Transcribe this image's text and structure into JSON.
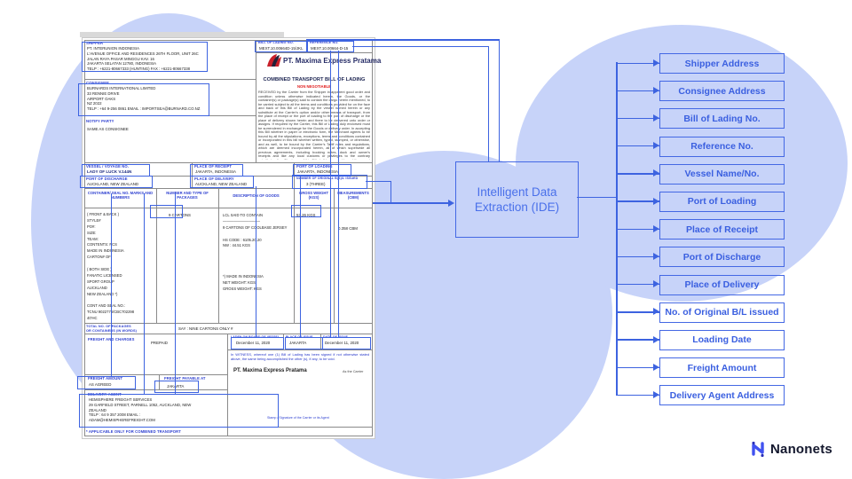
{
  "colors": {
    "accent": "#3d63e0",
    "circle_fill": "#c7d3f9",
    "red": "#e01818"
  },
  "diagram": {
    "ide_line1": "Intelligent Data",
    "ide_line2": "Extraction (IDE)",
    "fields": [
      "Shipper Address",
      "Consignee Address",
      "Bill of Lading No.",
      "Reference No.",
      "Vessel Name/No.",
      "Port of Loading",
      "Place of Receipt",
      "Port of Discharge",
      "Place of Delivery",
      "No. of Original B/L issued",
      "Loading Date",
      "Freight Amount",
      "Delivery Agent Address"
    ]
  },
  "branding": {
    "logo_text": "Nanonets"
  },
  "document": {
    "shipper": {
      "label": "SHIPPER",
      "lines": [
        "PT. INTERUNION INDONESIA",
        "L'AVENUE OFFICE AND RESIDENCES 26TH FLOOR, UNIT 26C",
        "JALAN RAYA PASAR MINGGU KAV. 16",
        "JAKARTA SELATAN 12780, INDONESIA",
        "TELP : +6221-80667333 (HUNTING)  FAX : +6221-80667338"
      ]
    },
    "consignee": {
      "label": "CONSIGNEE",
      "lines": [
        "BURNARDS INTERNATIONAL LIMITED",
        "33 RENNIE DRIVE",
        "AIRPORT OAKS",
        "NZ 2022",
        "TELP : +64 9-256 0861   EMAIL : IMPORTSEA@BURNARD.CO.NZ"
      ]
    },
    "notify": {
      "label": "NOTIFY PARTY",
      "value": "SAME AS CONSIGNEE"
    },
    "bol": {
      "label": "BILL OF LADING NO.",
      "value": "MEXT.10.00664D-15/JKL"
    },
    "reference": {
      "label": "REFERENCE NO.",
      "value": "MEXT.10.00664-D-15"
    },
    "carrier": {
      "brand": "PT. Maxima Express Pratama",
      "title": "COMBINED TRANSPORT BILL OF LADING",
      "negotiable": "NON NEGOTIABLE",
      "terms": "RECEIVED by the Carrier from the Shipper in apparent good order and condition unless otherwise indicated herein, the Goods, or the container(s) or package(s) said to contain the cargo herein mentioned, to be carried subject to all the terms and conditions provided for on the face and back of this Bill of Lading by the vessel named herein or any substitute at the Carrier's option and/or other means of transport, from the place of receipt or the port of loading to the port of discharge or the place of delivery shown herein and there to be delivered unto order or assigns. If required by the Carrier, this Bill of Lading duly endorsed must be surrendered in exchange for the Goods or delivery order. In accepting this Bill whether in paper or electronic form, the Merchant agrees to be bound by all the stipulations, exceptions, terms and conditions contained or incorporated in this bill whether written, typed, stamped, or otherwise, and as well, to be bound by the Carrier's Tariff rules and regulations, which are deemed incorporated herein, all of which supersede all previous agreements, including booking notes, dock and owner's receipts and like any local customs or privileges to the contrary notwithstanding. The terms of this Bill shall be separable and if any part or term hereof is invalid or unenforceable, the validity and enforceability of any other part or term shall not be affected."
    },
    "vessel": {
      "label": "VESSEL / VOYAGE NO.",
      "value": "LADY OF LUCK V.144N"
    },
    "receipt": {
      "label": "PLACE OF RECEIPT",
      "value": "JAKARTA, INDONESIA"
    },
    "loading": {
      "label": "PORT OF LOADING",
      "value": "JAKARTA, INDONESIA"
    },
    "discharge": {
      "label": "PORT OF DISCHARGE",
      "value": "AUCKLAND, NEW ZEALAND"
    },
    "delivery": {
      "label": "PLACE OF DELIVERY",
      "value": "AUCKLAND, NEW ZEALAND"
    },
    "original": {
      "label": "NUMBER OF ORIGINAL B(S)/L ISSUED",
      "value": "3 (THREE)"
    },
    "table": {
      "headers": [
        "CONTAINER/ SEAL NO. MARKS AND NUMBERS",
        "NUMBER AND TYPE OF PACKAGES",
        "DESCRIPTION OF GOODS",
        "GROSS WEIGHT (KGS)",
        "MEASUREMENTS (CBM)"
      ],
      "marks_lines": [
        "( FRONT & BACK )",
        "STYLE#",
        "PO#:",
        "SIZE:",
        "TEAM:",
        "CONTENTS:  PCS",
        "MADE IN INDONESIA",
        "CARTON# OF",
        "",
        "( BOTH SIDE )",
        "FANATIC LICENSED",
        "SPORT GROUP",
        "AUCKLAND",
        "NEW ZEALAND *)",
        "",
        "CONT AND SEAL NO.:",
        "TCNU 9022776/CBC702298",
        "40'HC"
      ],
      "packages": "9 CARTONS",
      "description_lines": [
        "LCL SAID TO CONTAIN",
        "――――――――――",
        "9 CARTONS OF COOLBASE JERSEY",
        "",
        "HS CODE : 6105.20.20",
        "NW : 44.51 KGS",
        "",
        "",
        "",
        "",
        "  *) MADE IN INDONESIA",
        "     NET WEIGHT:    KGS",
        "     GROSS WEIGHT:    KGS"
      ],
      "gross_weight": "53.26 KGS",
      "measurement": "0.358 CBM"
    },
    "total": {
      "label1": "TOTAL NO. OF PACKAGES",
      "label2": "OR CONTAINERS (IN WORDS)",
      "value": "SAY : NINE CARTONS ONLY #"
    },
    "freight_charges": {
      "label": "FREIGHT AND CHARGES",
      "value": "PREPAID"
    },
    "laden": {
      "label": "LADEN ON BOARD OF VESSEL",
      "value": "December 11, 2020"
    },
    "issue_place": {
      "label": "PLACE OF ISSUE",
      "value": "JAKARTA"
    },
    "issue_date": {
      "label": "DATE OF ISSUE",
      "value": "December 11, 2020"
    },
    "witness": "In WITNESS, whereof one (1) Bill of Lading has been signed if not otherwise stated above, the same being accomplished the other (s), if any, to be void.",
    "signature": {
      "company": "PT. Maxima Express Pratama",
      "as_carrier": "As the Carrier",
      "stamp": "Stamp / Signature of the Carrier or its Agent"
    },
    "freight_amount": {
      "label": "FREIGHT AMOUNT",
      "value": "AS AGREED"
    },
    "freight_payable": {
      "label": "FREIGHT PAYABLE AT",
      "value": "JAKARTA"
    },
    "agent": {
      "label": "DELIVERY AGENT",
      "lines": [
        "HEMISPHERE FREIGHT SERVICES",
        "29 GARFIELD STREET, PARNELL 1052, AUCKLAND, NEW",
        "ZEALAND",
        "TELP : 64 9 357 2008 EMAIL :",
        "ADAM@HEMISPHEREFREIGHT.COM"
      ]
    },
    "footnote": "* APPLICABLE ONLY FOR COMBINED TRANSPORT"
  }
}
